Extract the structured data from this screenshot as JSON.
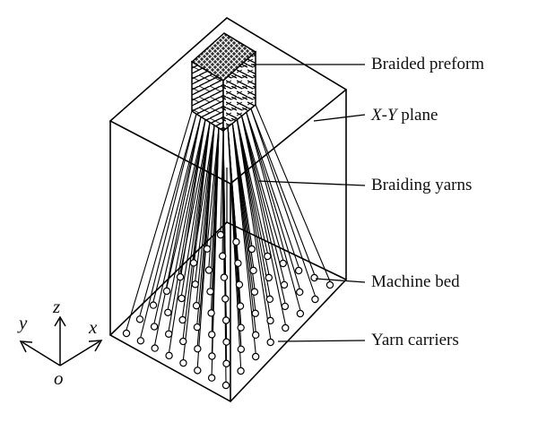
{
  "labels": {
    "preform": "Braided preform",
    "plane": "X-Y plane",
    "yarns": "Braiding yarns",
    "bed": "Machine bed",
    "carriers": "Yarn carriers"
  },
  "axes": {
    "x": "x",
    "y": "y",
    "z": "z",
    "origin": "o"
  },
  "diagram": {
    "line_color": "#000000",
    "background": "#ffffff",
    "carrier_rows": 8,
    "carrier_cols": 8
  }
}
